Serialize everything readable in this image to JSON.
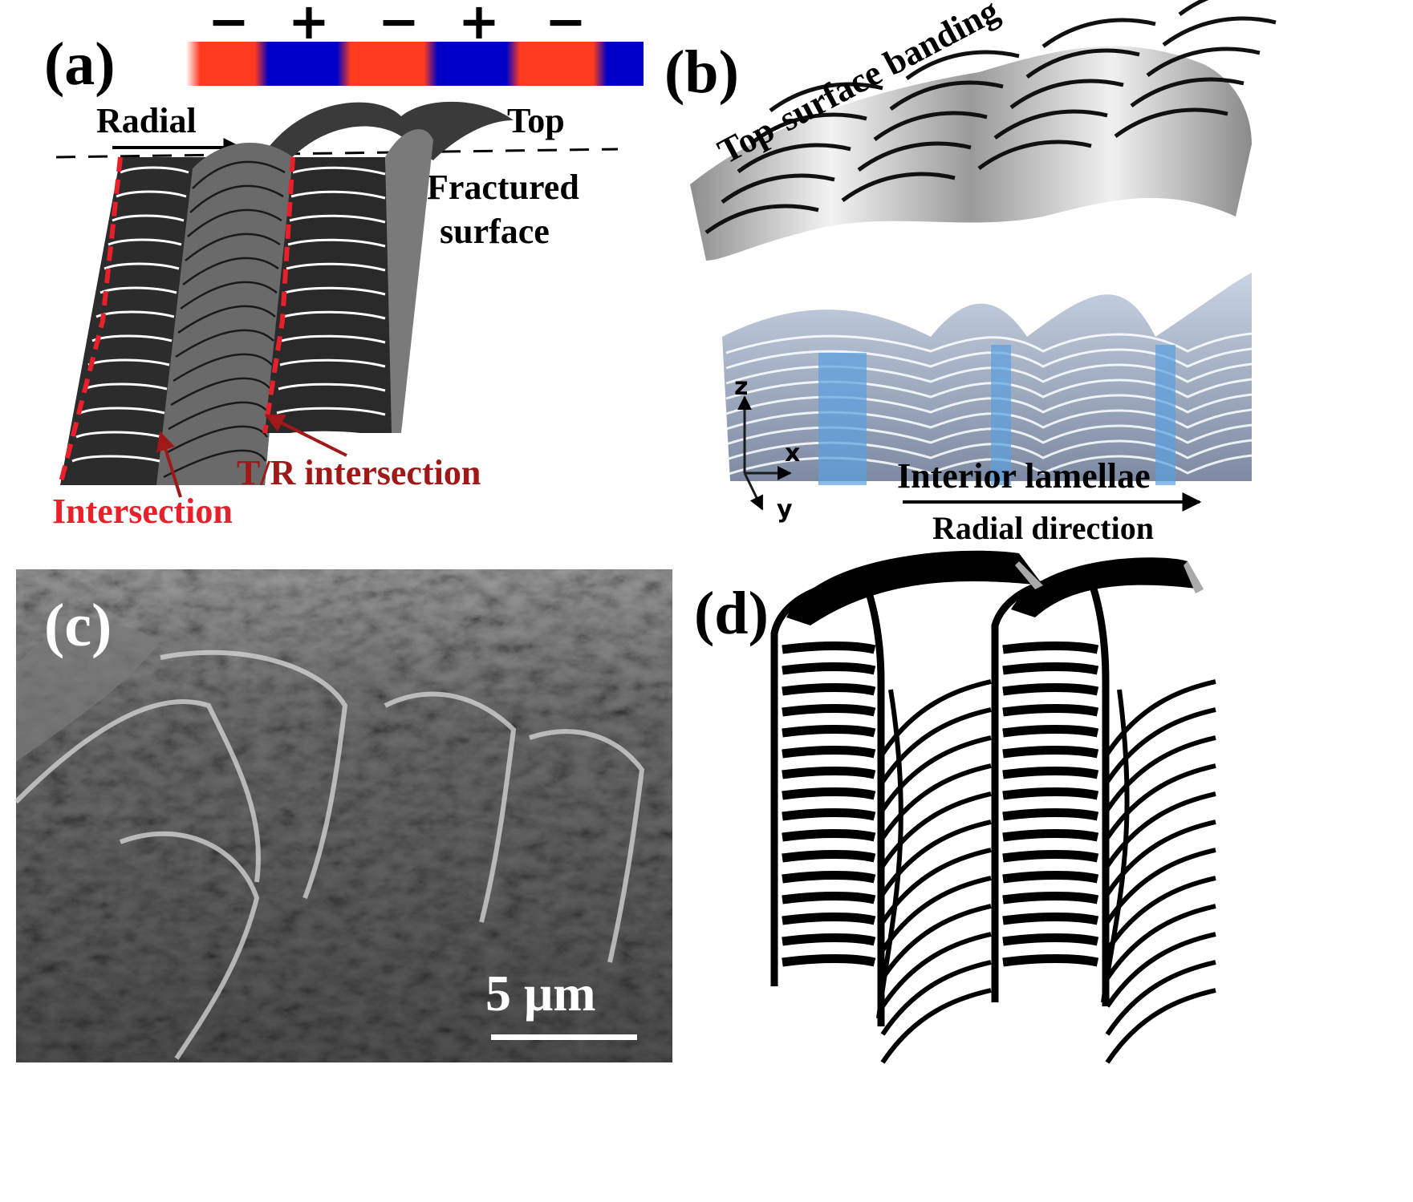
{
  "panels": {
    "a": {
      "label": "(a)",
      "signs": [
        "−",
        "+",
        "−",
        "+",
        "−"
      ],
      "radial": "Radial",
      "top": "Top",
      "fractured_line1": "Fractured",
      "fractured_line2": "surface",
      "tr_intersection": "T/R intersection",
      "intersection": "Intersection"
    },
    "b": {
      "label": "(b)",
      "top_surface": "Top-surface banding",
      "interior": "Interior lamellae",
      "radial_direction": "Radial direction",
      "axis_z": "z",
      "axis_x": "x",
      "axis_y": "y"
    },
    "c": {
      "label": "(c)",
      "scale_bar": "5 μm"
    },
    "d": {
      "label": "(d)"
    }
  },
  "colors": {
    "band_red": "#ff3b1f",
    "band_blue": "#0000c8",
    "dash_red": "#e8202a",
    "arrow_dark_red": "#a01818",
    "lamella_blue": "#5aa0e0",
    "surface_grey": "#b8bcc6"
  }
}
